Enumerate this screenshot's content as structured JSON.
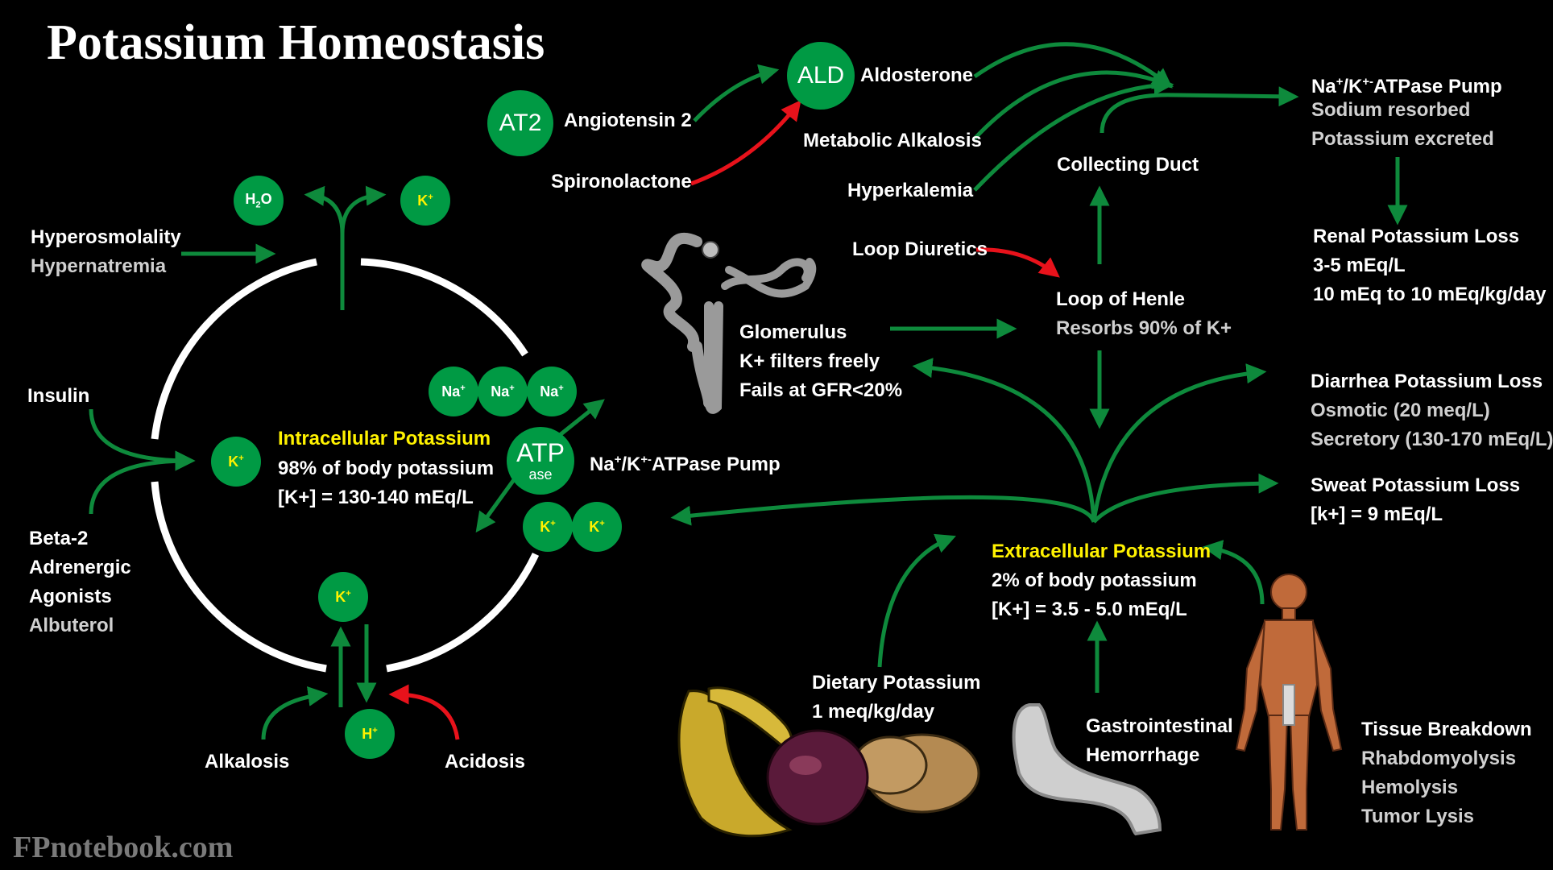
{
  "title": "Potassium Homeostasis",
  "brand": "FPnotebook.com",
  "colors": {
    "background": "#000000",
    "circle_fill": "#009a44",
    "arrow_green": "#0e8a3c",
    "arrow_red": "#e8121b",
    "highlight": "#fff200",
    "ring": "#ffffff"
  },
  "circles": {
    "at2": "AT2",
    "ald": "ALD",
    "atp_main": "ATP",
    "atp_sub": "ase",
    "h2o_h": "H",
    "h2o_sub": "2",
    "h2o_o": "O",
    "k_base": "K",
    "na_base": "Na",
    "h_base": "H",
    "ion_plus": "+"
  },
  "intracellular": {
    "title": "Intracellular Potassium",
    "line1": "98% of body potassium",
    "line2": "[K+] = 130-140 mEq/L"
  },
  "pump_left": {
    "na": "Na",
    "k": "/K",
    "plus": "+",
    "minus": "+-",
    "label": "ATPase Pump"
  },
  "left_factors": {
    "hyperosmolality": "Hyperosmolality",
    "hypernatremia": "Hypernatremia",
    "insulin": "Insulin",
    "beta2_line1": "Beta-2",
    "beta2_line2": "Adrenergic",
    "beta2_line3": "Agonists",
    "albuterol": "Albuterol",
    "alkalosis": "Alkalosis",
    "acidosis": "Acidosis"
  },
  "hormones": {
    "angiotensin": "Angiotensin 2",
    "spironolactone": "Spironolactone",
    "aldosterone": "Aldosterone",
    "metabolic_alkalosis": "Metabolic Alkalosis",
    "hyperkalemia": "Hyperkalemia"
  },
  "kidney": {
    "collecting_duct": "Collecting Duct",
    "loop_diuretics": "Loop Diuretics",
    "loop_of_henle": "Loop of Henle",
    "henle_detail": "Resorbs 90% of K+",
    "glomerulus": "Glomerulus",
    "glom_line1": "K+ filters freely",
    "glom_line2": "Fails at GFR<20%"
  },
  "pump_right": {
    "na": "Na",
    "k": "/K",
    "plus": "+",
    "minus": "+-",
    "label": "ATPase Pump",
    "line1": "Sodium resorbed",
    "line2": "Potassium excreted"
  },
  "renal_loss": {
    "title": "Renal Potassium Loss",
    "line1": "3-5 mEq/L",
    "line2": "10 mEq to 10 mEq/kg/day"
  },
  "diarrhea": {
    "title": "Diarrhea Potassium Loss",
    "line1": "Osmotic (20 meq/L)",
    "line2": "Secretory (130-170 mEq/L)"
  },
  "sweat": {
    "title": "Sweat Potassium Loss",
    "line1": "[k+] = 9 mEq/L"
  },
  "extracellular": {
    "title": "Extracellular Potassium",
    "line1": "2% of body potassium",
    "line2": "[K+] = 3.5 - 5.0 mEq/L"
  },
  "dietary": {
    "title": "Dietary Potassium",
    "line1": "1 meq/kg/day"
  },
  "gi": {
    "line1": "Gastrointestinal",
    "line2": "Hemorrhage"
  },
  "tissue": {
    "title": "Tissue Breakdown",
    "line1": "Rhabdomyolysis",
    "line2": "Hemolysis",
    "line3": "Tumor Lysis"
  }
}
